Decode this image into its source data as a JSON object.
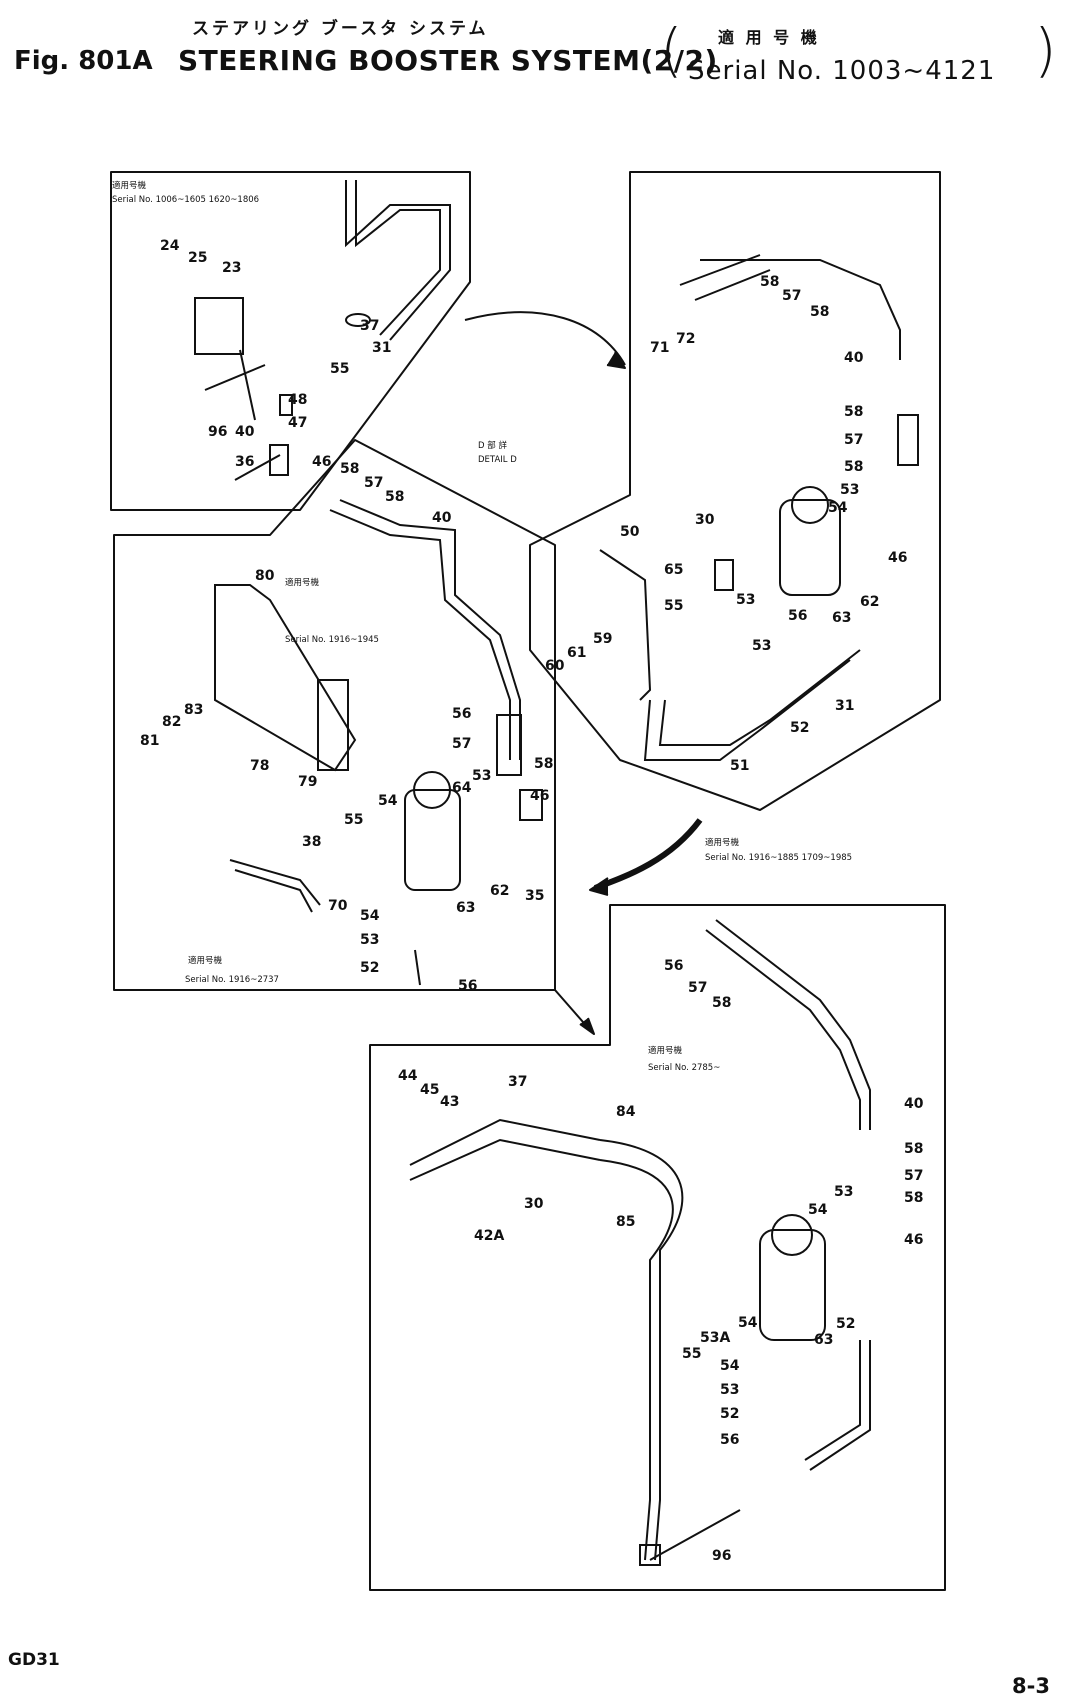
{
  "header": {
    "title_jp": "ステアリング ブースタ システム",
    "serial_jp": "適 用 号 機",
    "fig_label": "Fig. 801A",
    "title": "STEERING BOOSTER SYSTEM(2/2)",
    "serial": "Serial No. 1003~4121"
  },
  "panels": {
    "top_left": {
      "note_jp": "適用号機",
      "note": "Serial No. 1006~1605 1620~1806"
    },
    "detail": {
      "label_jp": "D 部 詳",
      "label": "DETAIL D"
    },
    "middle_left": {
      "note1_jp": "適用号機",
      "note1": "Serial No. 1916~1945",
      "note2_jp": "適用号機",
      "note2": "Serial No. 1916~2737"
    },
    "top_right": {
      "note_jp": "適用号機",
      "note": "Serial No. 1916~1885 1709~1985"
    },
    "bottom": {
      "note_jp": "適用号機",
      "note": "Serial No. 2785~"
    }
  },
  "callouts": {
    "top_left": [
      "24",
      "25",
      "23",
      "37",
      "31",
      "55",
      "48",
      "47",
      "96",
      "40",
      "46",
      "36"
    ],
    "middle_left": [
      "80",
      "81",
      "82",
      "83",
      "78",
      "79",
      "58",
      "57",
      "58",
      "40",
      "56",
      "57",
      "58",
      "53",
      "54",
      "55",
      "64",
      "46",
      "38",
      "70",
      "63",
      "62",
      "35",
      "54",
      "53",
      "52",
      "56"
    ],
    "top_right": [
      "71",
      "72",
      "58",
      "57",
      "58",
      "40",
      "58",
      "57",
      "58",
      "30",
      "50",
      "53",
      "54",
      "46",
      "65",
      "55",
      "53",
      "56",
      "62",
      "63",
      "59",
      "61",
      "60",
      "53",
      "31",
      "52",
      "51"
    ],
    "bottom": [
      "56",
      "57",
      "58",
      "40",
      "44",
      "45",
      "43",
      "37",
      "84",
      "42A",
      "30",
      "85",
      "58",
      "57",
      "58",
      "53",
      "54",
      "46",
      "54",
      "55",
      "53A",
      "63",
      "52",
      "54",
      "53",
      "52",
      "56",
      "96"
    ]
  },
  "footer": {
    "model": "GD31",
    "page": "8-3"
  }
}
